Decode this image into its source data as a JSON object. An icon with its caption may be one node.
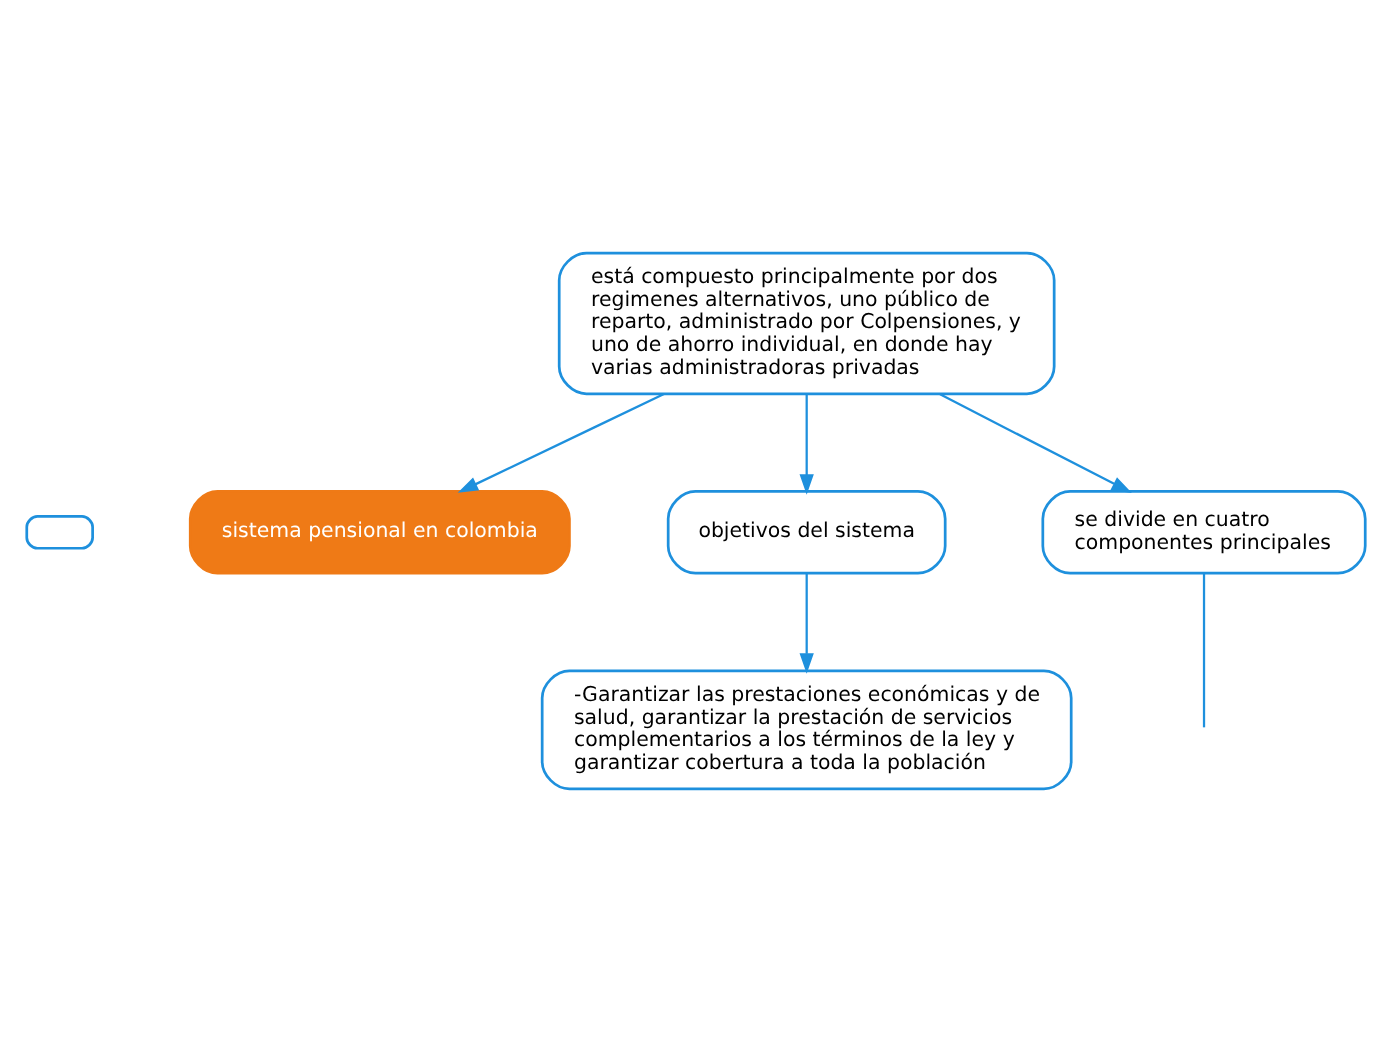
{
  "diagram": {
    "nodes": [
      {
        "text": [],
        "shape": "box"
      },
      {
        "text": [
          "sistema pensional en colombia"
        ]
      },
      {
        "text": [
          "está compuesto principalmente por dos regimenes alternativos, uno público de reparto, administrado por Colpensiones, y uno de ahorro individual, en donde hay varias administradoras privadas"
        ]
      },
      {
        "text": [
          "objetivos del sistema"
        ]
      },
      {
        "text": [
          "-Garantizar las prestaciones económicas y de salud, garantizar la prestación de servicios complementarios a los términos de la ley y garantizar cobertura a toda la población"
        ]
      },
      {
        "text": [
          "se divide en cuatro componentes principales"
        ]
      }
    ],
    "edges": [
      {
        "from": 2,
        "to": 1,
        "arrow": "to"
      },
      {
        "from": 2,
        "to": 3,
        "arrow": "to"
      },
      {
        "from": 3,
        "to": 4,
        "arrow": "to"
      },
      {
        "from": 2,
        "to": 5,
        "arrow": "to"
      },
      {
        "from": 5,
        "to": null,
        "arrow": "none"
      }
    ]
  }
}
